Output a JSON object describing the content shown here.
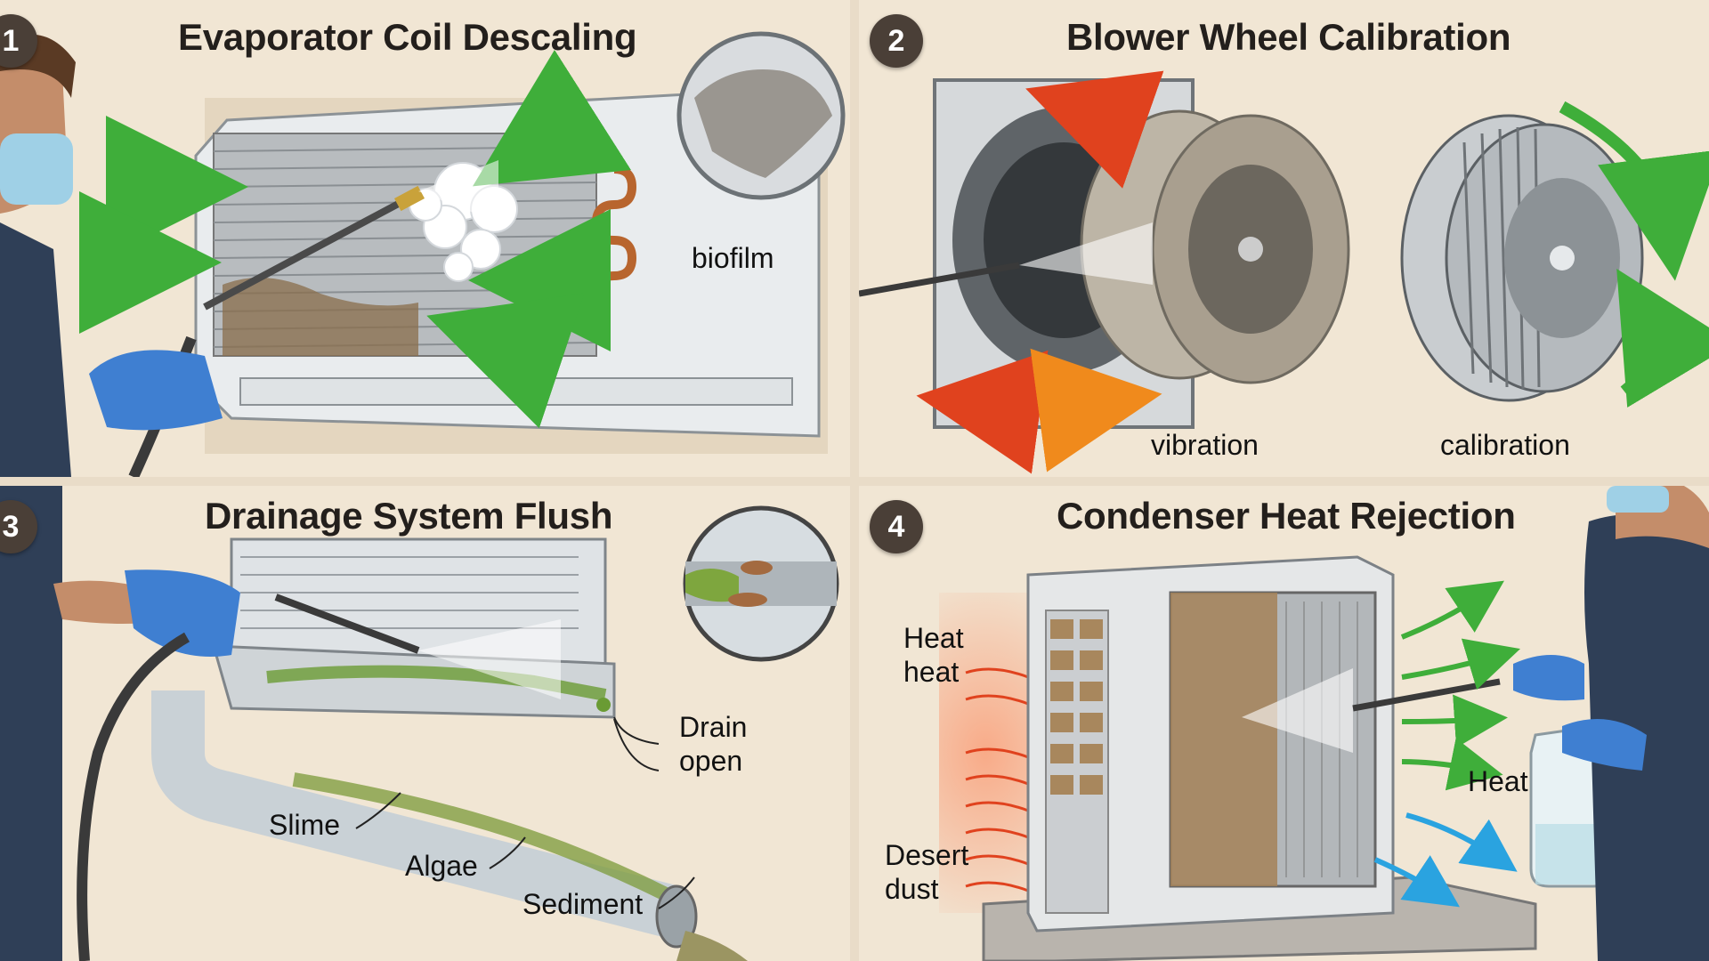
{
  "panels": [
    {
      "number": "1",
      "title": "Evaporator Coil Descaling",
      "labels": {
        "biofilm": "biofilm"
      }
    },
    {
      "number": "2",
      "title": "Blower Wheel Calibration",
      "labels": {
        "vibration": "vibration",
        "calibration": "calibration"
      }
    },
    {
      "number": "3",
      "title": "Drainage System Flush",
      "labels": {
        "drain_line1": "Drain",
        "drain_line2": "open",
        "slime": "Slime",
        "algae": "Algae",
        "sediment": "Sediment"
      }
    },
    {
      "number": "4",
      "title": "Condenser Heat Rejection",
      "labels": {
        "heat_line1": "Heat",
        "heat_line2": "heat",
        "heat_right": "Heat",
        "dust_line1": "Desert",
        "dust_line2": "dust"
      }
    }
  ],
  "colors": {
    "arrow_green": "#3fae3a",
    "arrow_red": "#e0421e",
    "arrow_orange": "#f08a1c",
    "arrow_blue": "#2aa3e0",
    "badge": "#4a3f37",
    "glove": "#3f7fd1",
    "overalls": "#2f3f57"
  }
}
